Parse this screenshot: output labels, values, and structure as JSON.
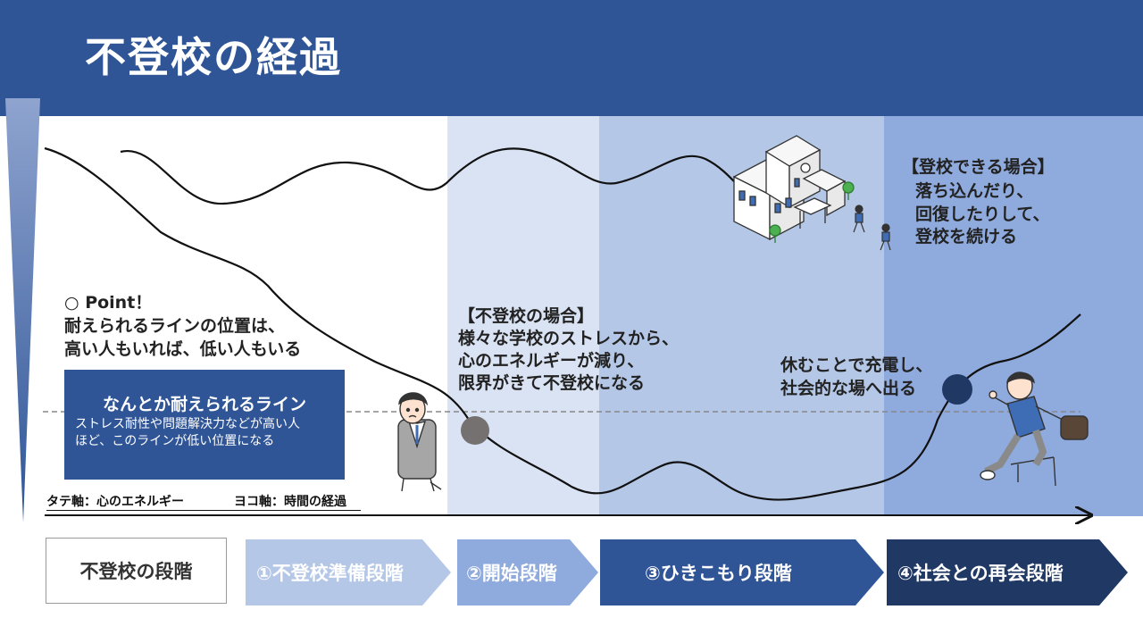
{
  "title": "不登校の経過",
  "colors": {
    "header": "#2f5597",
    "band_start": "#dae3f3",
    "band_hikikomori": "#b4c7e7",
    "band_reunion": "#8faadc",
    "box": "#2f5597",
    "stage1": "#b4c7e7",
    "stage2": "#8faadc",
    "stage3": "#2f5597",
    "stage4": "#1f3864",
    "dot_gray": "#767171",
    "dot_navy": "#1f3864"
  },
  "point": {
    "title": "○ Point！",
    "lines": [
      "耐えられるラインの位置は、",
      "高い人もいれば、低い人もいる"
    ]
  },
  "tolerance_box": {
    "title": "なんとか耐えられるライン",
    "desc": [
      "ストレス耐性や問題解決力などが高い人",
      "ほど、このラインが低い位置になる"
    ]
  },
  "axis": {
    "vertical_label": "タテ軸：心のエネルギー",
    "horizontal_label": "ヨコ軸：時間の経過"
  },
  "can_attend": {
    "heading": "【登校できる場合】",
    "lines": [
      "落ち込んだり、",
      "回復したりして、",
      "登校を続ける"
    ]
  },
  "not_attend": {
    "heading": "【不登校の場合】",
    "lines": [
      "様々な学校のストレスから、",
      "心のエネルギーが減り、",
      "限界がきて不登校になる"
    ]
  },
  "recharge": {
    "lines": [
      "休むことで充電し、",
      "社会的な場へ出る"
    ]
  },
  "stages": {
    "label": "不登校の段階",
    "items": [
      "①不登校準備段階",
      "②開始段階",
      "③ひきこもり段階",
      "④社会との再会段階"
    ]
  },
  "icons": [
    "school-building-icon",
    "walking-students-icon",
    "worried-boy-icon",
    "jumping-boy-icon"
  ]
}
